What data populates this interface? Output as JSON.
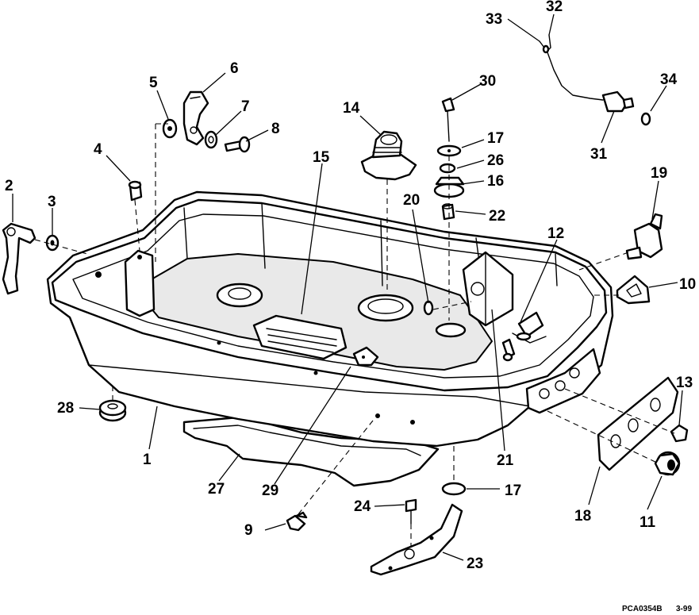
{
  "diagram": {
    "callouts": [
      "1",
      "2",
      "3",
      "4",
      "5",
      "6",
      "7",
      "8",
      "9",
      "10",
      "11",
      "12",
      "13",
      "14",
      "15",
      "16",
      "17",
      "17",
      "18",
      "19",
      "20",
      "21",
      "22",
      "23",
      "24",
      "26",
      "27",
      "28",
      "29",
      "30",
      "31",
      "32",
      "33",
      "34"
    ],
    "footer": {
      "code": "PCA0354B",
      "date": "3-99"
    }
  }
}
